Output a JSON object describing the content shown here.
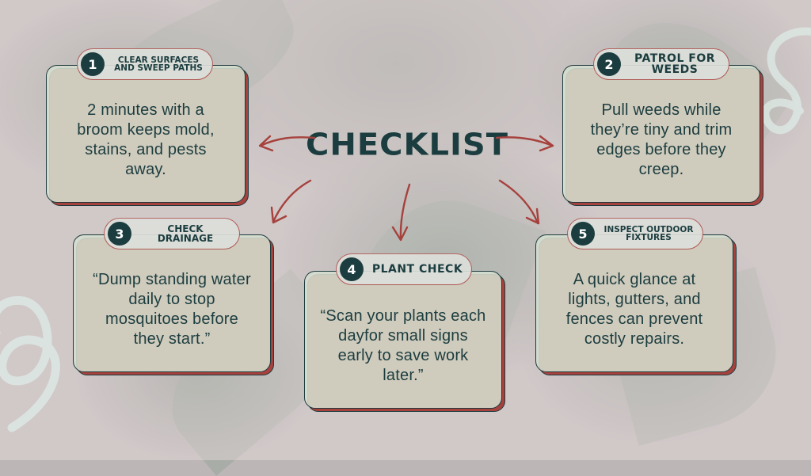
{
  "title": "CHECKLIST",
  "colors": {
    "text_dark": "#1c3d3f",
    "accent_red": "#a6413d",
    "card_fill": "#d5decf",
    "background": "#c9c0c1"
  },
  "cards": [
    {
      "number": "1",
      "heading": "CLEAR SURFACES AND SWEEP PATHS",
      "heading_lines": [
        "CLEAR SURFACES",
        "AND SWEEP PATHS"
      ],
      "body": "2 minutes with a broom keeps mold, stains, and pests away."
    },
    {
      "number": "2",
      "heading": "PATROL FOR WEEDS",
      "heading_lines": [
        "PATROL FOR",
        "WEEDS"
      ],
      "body": "Pull weeds while they’re tiny and trim edges before they creep."
    },
    {
      "number": "3",
      "heading": "CHECK DRAINAGE",
      "heading_lines": [
        "CHECK",
        "DRAINAGE"
      ],
      "body": "“Dump standing water daily to stop mosquitoes before they start.”"
    },
    {
      "number": "4",
      "heading": "PLANT CHECK",
      "heading_lines": [
        "PLANT CHECK"
      ],
      "body": "“Scan your plants each dayfor small signs early to save work later.”"
    },
    {
      "number": "5",
      "heading": "INSPECT OUTDOOR FIXTURES",
      "heading_lines": [
        "INSPECT OUTDOOR",
        "FIXTURES"
      ],
      "body": "A quick glance at lights, gutters, and fences can prevent costly repairs."
    }
  ],
  "icons": {
    "arrows": "curved-arrow-icon",
    "decor": "swirl-icon"
  }
}
